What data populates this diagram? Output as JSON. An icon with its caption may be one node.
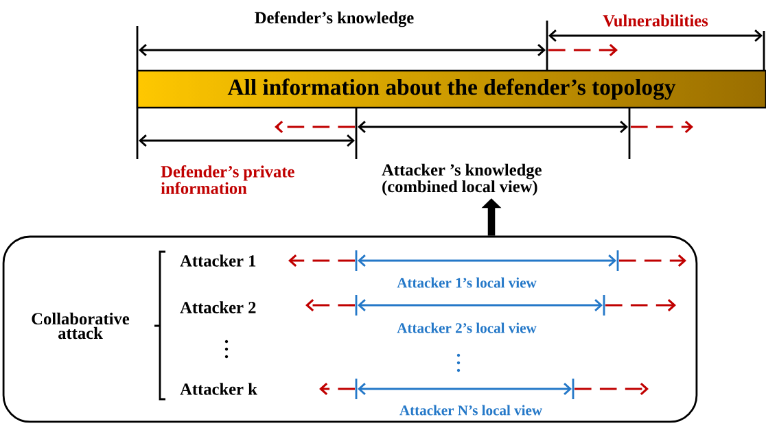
{
  "diagram": {
    "nodes": [
      {
        "text": [
          "All information about the defender’s topology"
        ]
      },
      {
        "text": [
          "Collaborative attack"
        ]
      },
      {
        "text": [
          "Attacker ’s knowledge (combined local view)"
        ]
      }
    ],
    "edges": [
      {
        "from": 1,
        "to": 2,
        "arrow": "to"
      }
    ],
    "labels": [
      "Defender’s knowledge",
      "Vulnerabilities",
      "Defender’s private information",
      "Attacker 1",
      "Attacker 1’s local view",
      "Attacker 2",
      "Attacker 2’s local view",
      "Attacker k",
      "Attacker N’s local view"
    ]
  }
}
